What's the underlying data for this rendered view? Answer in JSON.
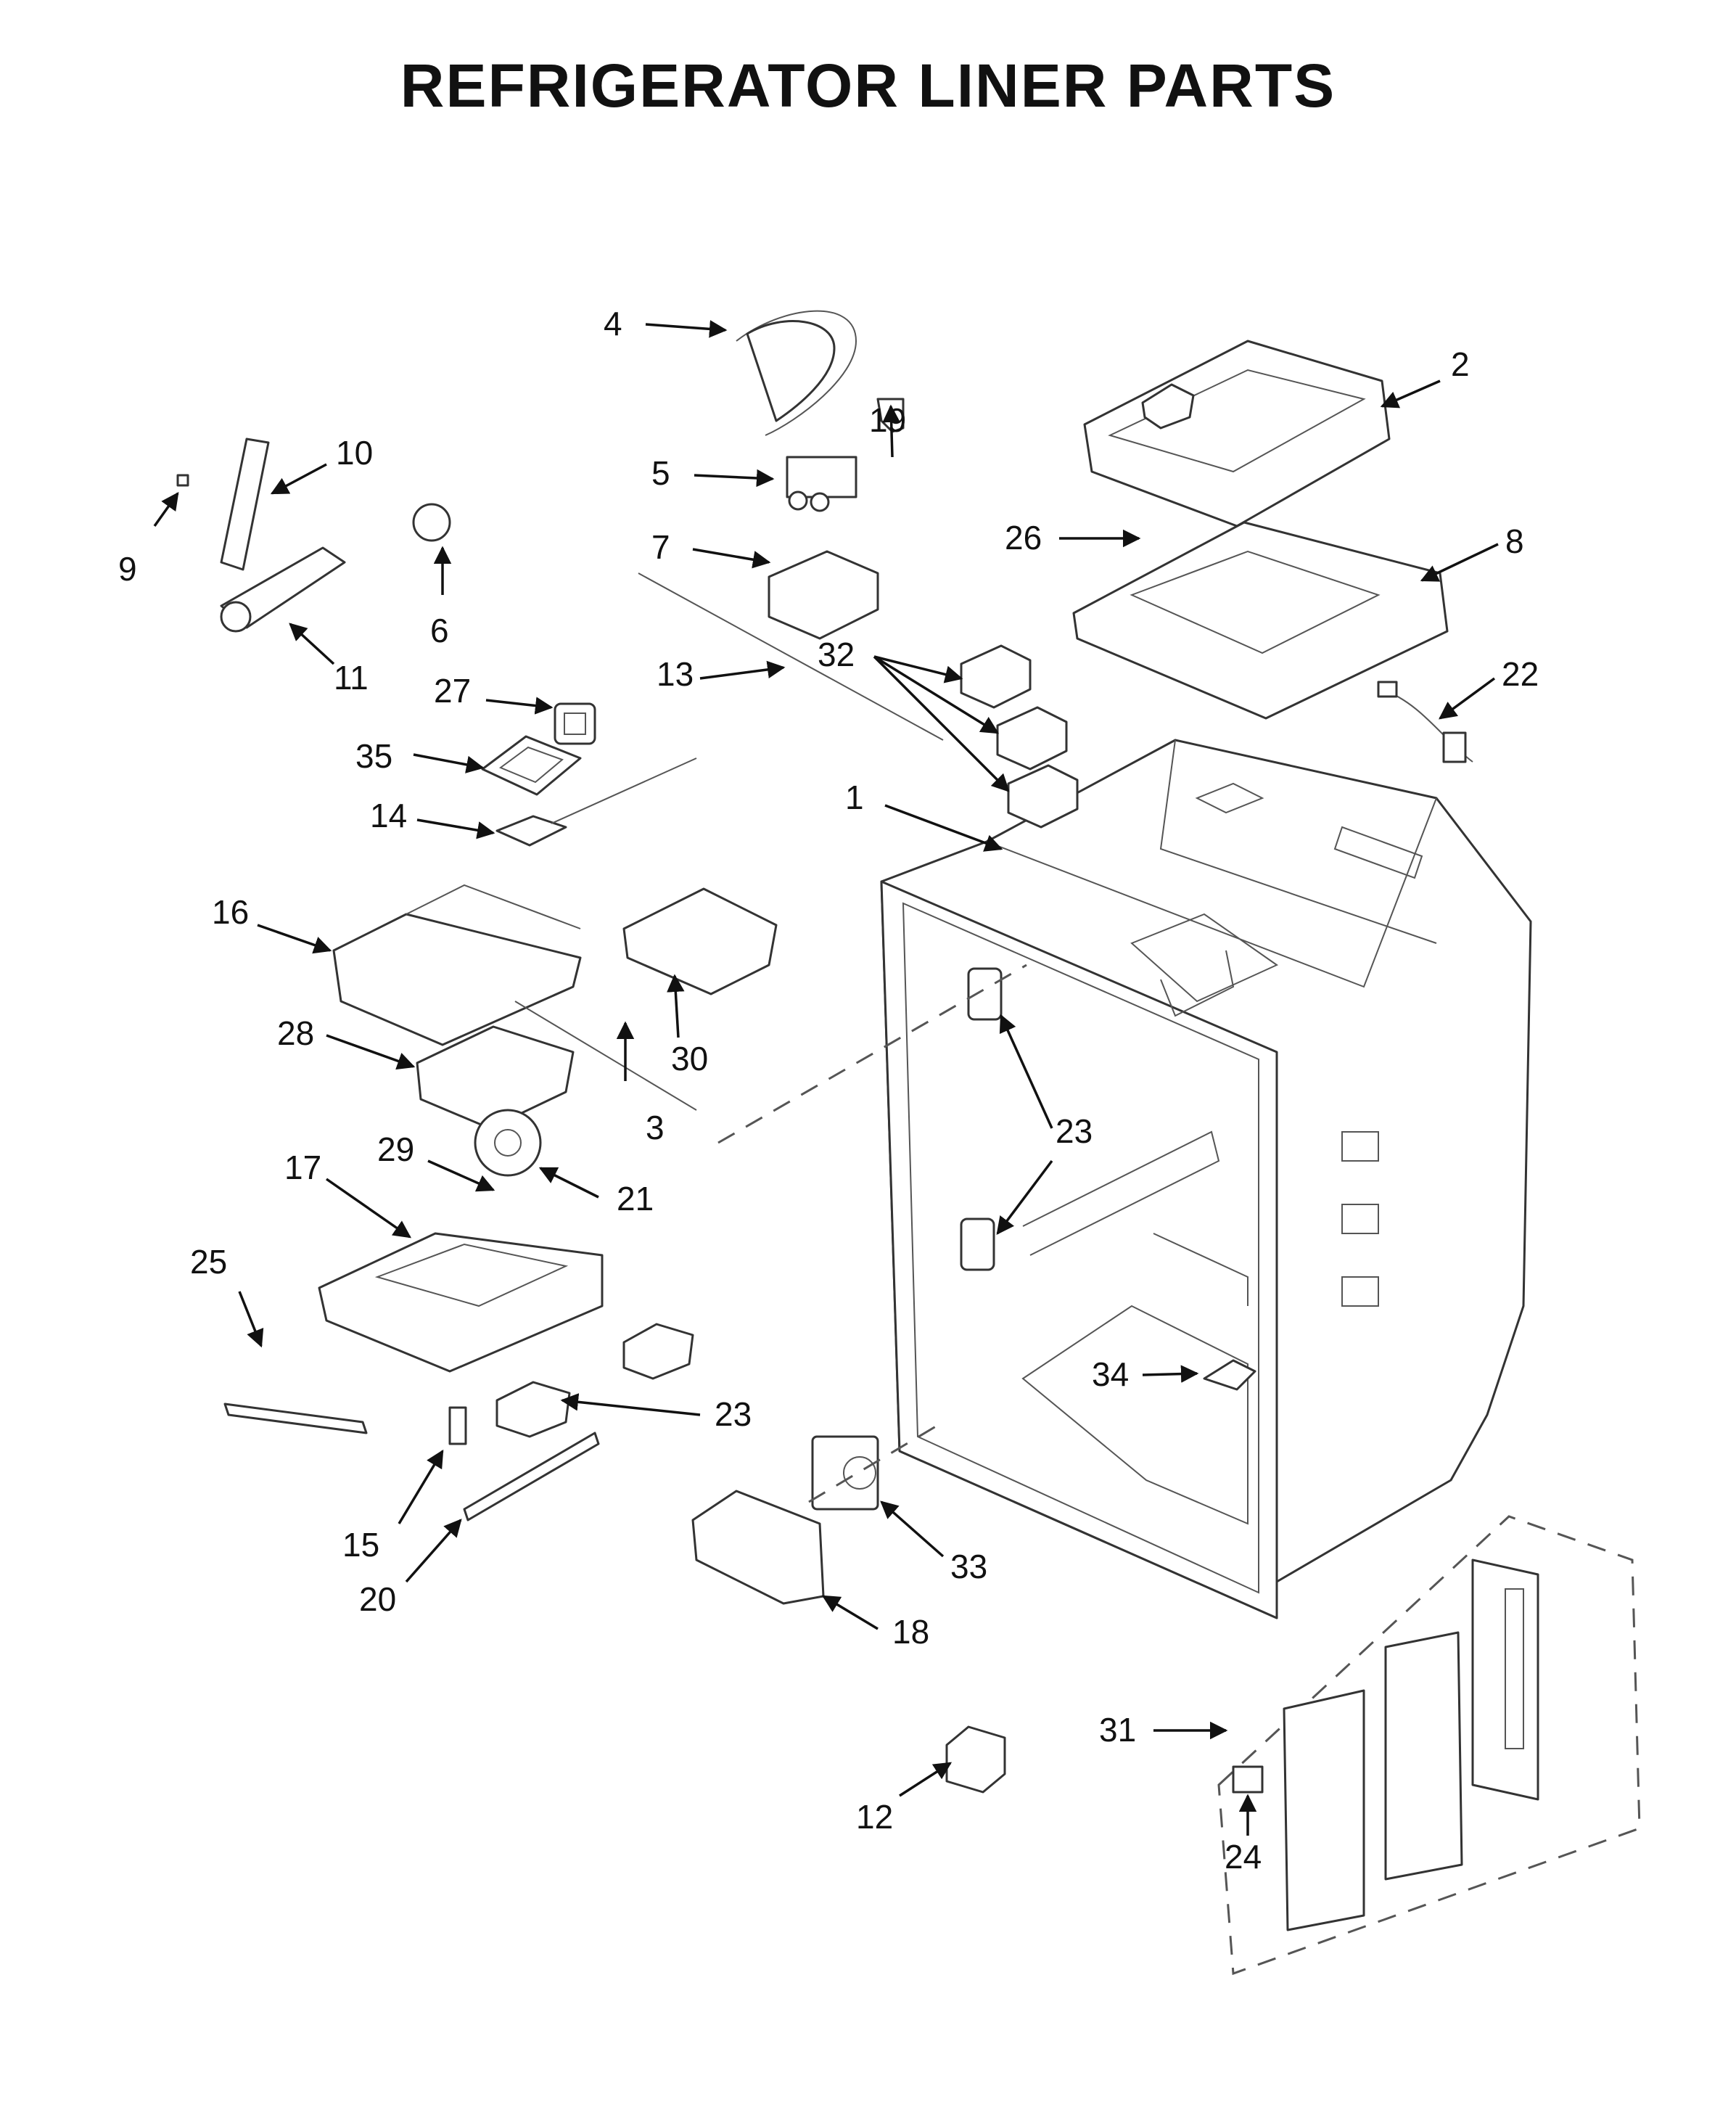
{
  "title": "REFRIGERATOR LINER PARTS",
  "callouts": {
    "c1": "1",
    "c2": "2",
    "c3": "3",
    "c4": "4",
    "c5": "5",
    "c6": "6",
    "c7": "7",
    "c8": "8",
    "c9": "9",
    "c10": "10",
    "c11": "11",
    "c12": "12",
    "c13": "13",
    "c14": "14",
    "c15": "15",
    "c16": "16",
    "c17": "17",
    "c18": "18",
    "c19": "19",
    "c20": "20",
    "c21": "21",
    "c22": "22",
    "c23a": "23",
    "c23b": "23",
    "c24": "24",
    "c25": "25",
    "c26": "26",
    "c27": "27",
    "c28": "28",
    "c29": "29",
    "c30": "30",
    "c31": "31",
    "c32": "32",
    "c33": "33",
    "c34": "34",
    "c35": "35"
  }
}
